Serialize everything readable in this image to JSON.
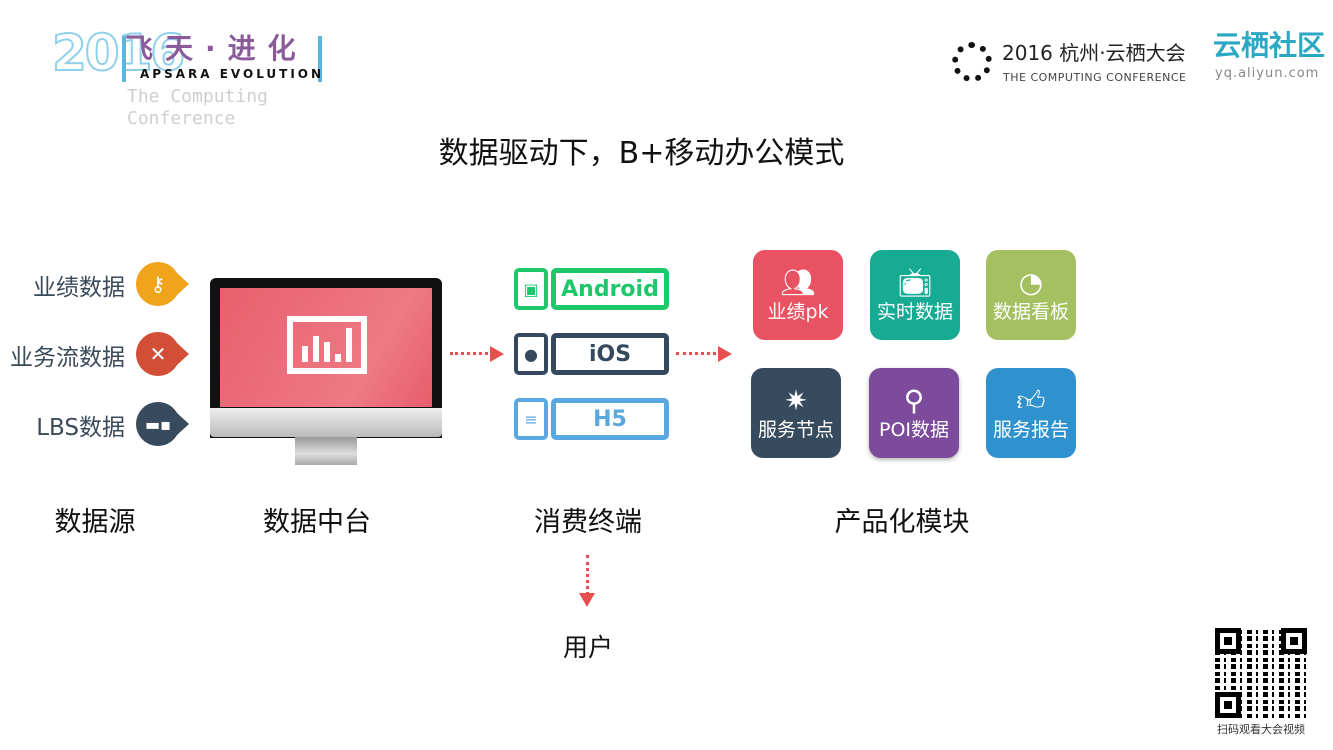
{
  "header": {
    "event_logo": {
      "year": "2016",
      "name_cn": "飞天·进化",
      "name_en": "APSARA EVOLUTION",
      "sub": "The Computing Conference"
    },
    "conference_logo": {
      "title": "2016 杭州·云栖大会",
      "subtitle": "THE COMPUTING CONFERENCE"
    },
    "community_logo": {
      "title": "云栖社区",
      "url": "yq.aliyun.com"
    }
  },
  "title": "数据驱动下，B+移动办公模式",
  "data_sources": [
    {
      "label": "业绩数据",
      "icon": "key-icon",
      "color": "#f0a41c"
    },
    {
      "label": "业务流数据",
      "icon": "tools-icon",
      "color": "#d24e36"
    },
    {
      "label": "LBS数据",
      "icon": "truck-icon",
      "color": "#374a5e"
    }
  ],
  "platforms": [
    {
      "label": "Android",
      "icon": "android-icon",
      "color": "#1ec86a"
    },
    {
      "label": "iOS",
      "icon": "apple-icon",
      "color": "#34495e"
    },
    {
      "label": "H5",
      "icon": "document-icon",
      "color": "#5aa8e0"
    }
  ],
  "modules": [
    {
      "label": "业绩pk",
      "icon": "users-icon",
      "color": "#e85262"
    },
    {
      "label": "实时数据",
      "icon": "tv-icon",
      "color": "#17ab93"
    },
    {
      "label": "数据看板",
      "icon": "rss-icon",
      "color": "#a5c060"
    },
    {
      "label": "服务节点",
      "icon": "magic-wand-icon",
      "color": "#374b5e"
    },
    {
      "label": "POI数据",
      "icon": "search-icon",
      "color": "#7c4b9b"
    },
    {
      "label": "服务报告",
      "icon": "thumbs-up-icon",
      "color": "#2f92cf"
    }
  ],
  "columns": {
    "source": "数据源",
    "platform": "数据中台",
    "consumer": "消费终端",
    "product": "产品化模块"
  },
  "user_label": "用户",
  "qr_caption": "扫码观看大会视频",
  "arrow_color": "#e8504f"
}
